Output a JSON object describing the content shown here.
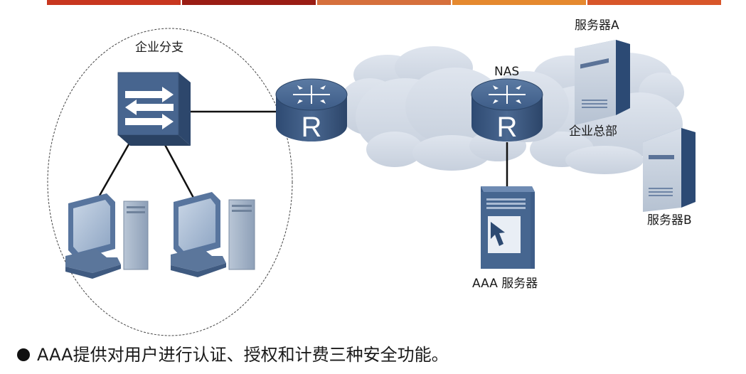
{
  "header_bar": {
    "colors": [
      "#c8371f",
      "#9a1d14",
      "#d6703d",
      "#e5892f",
      "#d8562a"
    ]
  },
  "labels": {
    "branch": "企业分支",
    "nas": "NAS",
    "server_a": "服务器A",
    "hq": "企业总部",
    "server_b": "服务器B",
    "aaa_server": "AAA  服务器"
  },
  "router_letter": "R",
  "bullet": {
    "text": "AAA提供对用户进行认证、授权和计费三种安全功能。"
  }
}
